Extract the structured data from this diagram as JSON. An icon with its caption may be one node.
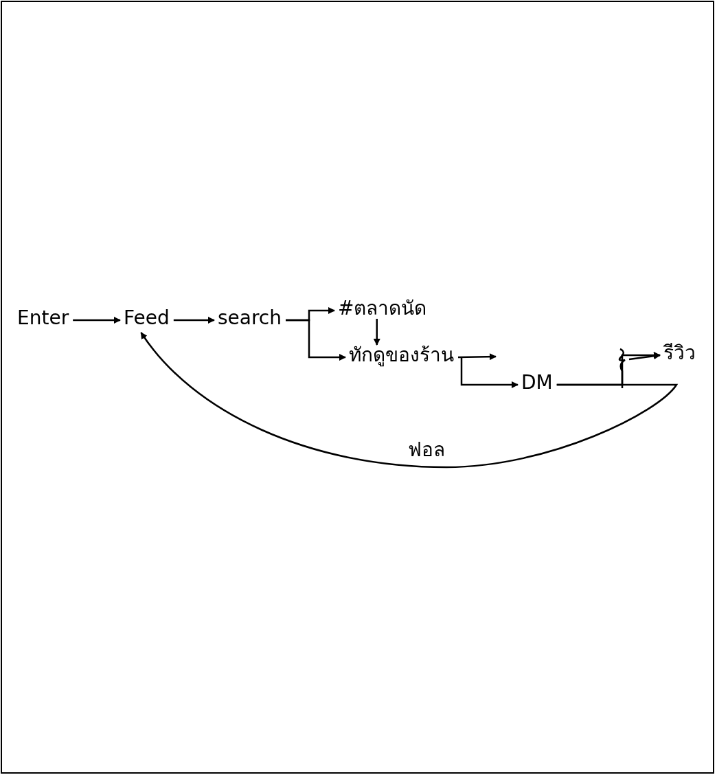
{
  "diagram": {
    "nodes": [
      {
        "text": [
          "Enter"
        ]
      },
      {
        "text": [
          "Feed"
        ]
      },
      {
        "text": [
          "search"
        ]
      },
      {
        "text": [
          "#ตลาดนัด"
        ]
      },
      {
        "text": [
          "ทักดูของร้าน"
        ]
      },
      {
        "text": [
          "DM"
        ]
      },
      {
        "text": [
          "รีวิว"
        ]
      }
    ],
    "edges": [
      {
        "from": 0,
        "to": 1,
        "arrow": "to"
      },
      {
        "from": 1,
        "to": 2,
        "arrow": "to"
      },
      {
        "from": 2,
        "to": 3,
        "arrow": "to"
      },
      {
        "from": 2,
        "to": 4,
        "arrow": "to"
      },
      {
        "from": 3,
        "to": 4,
        "arrow": "to"
      },
      {
        "from": 4,
        "to": null,
        "arrow": "to"
      },
      {
        "from": 4,
        "to": 5,
        "arrow": "to"
      },
      {
        "from": null,
        "to": 6,
        "arrow": "to"
      },
      {
        "from": 5,
        "to": 6,
        "arrow": "to"
      },
      {
        "from": 5,
        "to": 1,
        "arrow": "to",
        "label": "ฟอล"
      }
    ]
  }
}
